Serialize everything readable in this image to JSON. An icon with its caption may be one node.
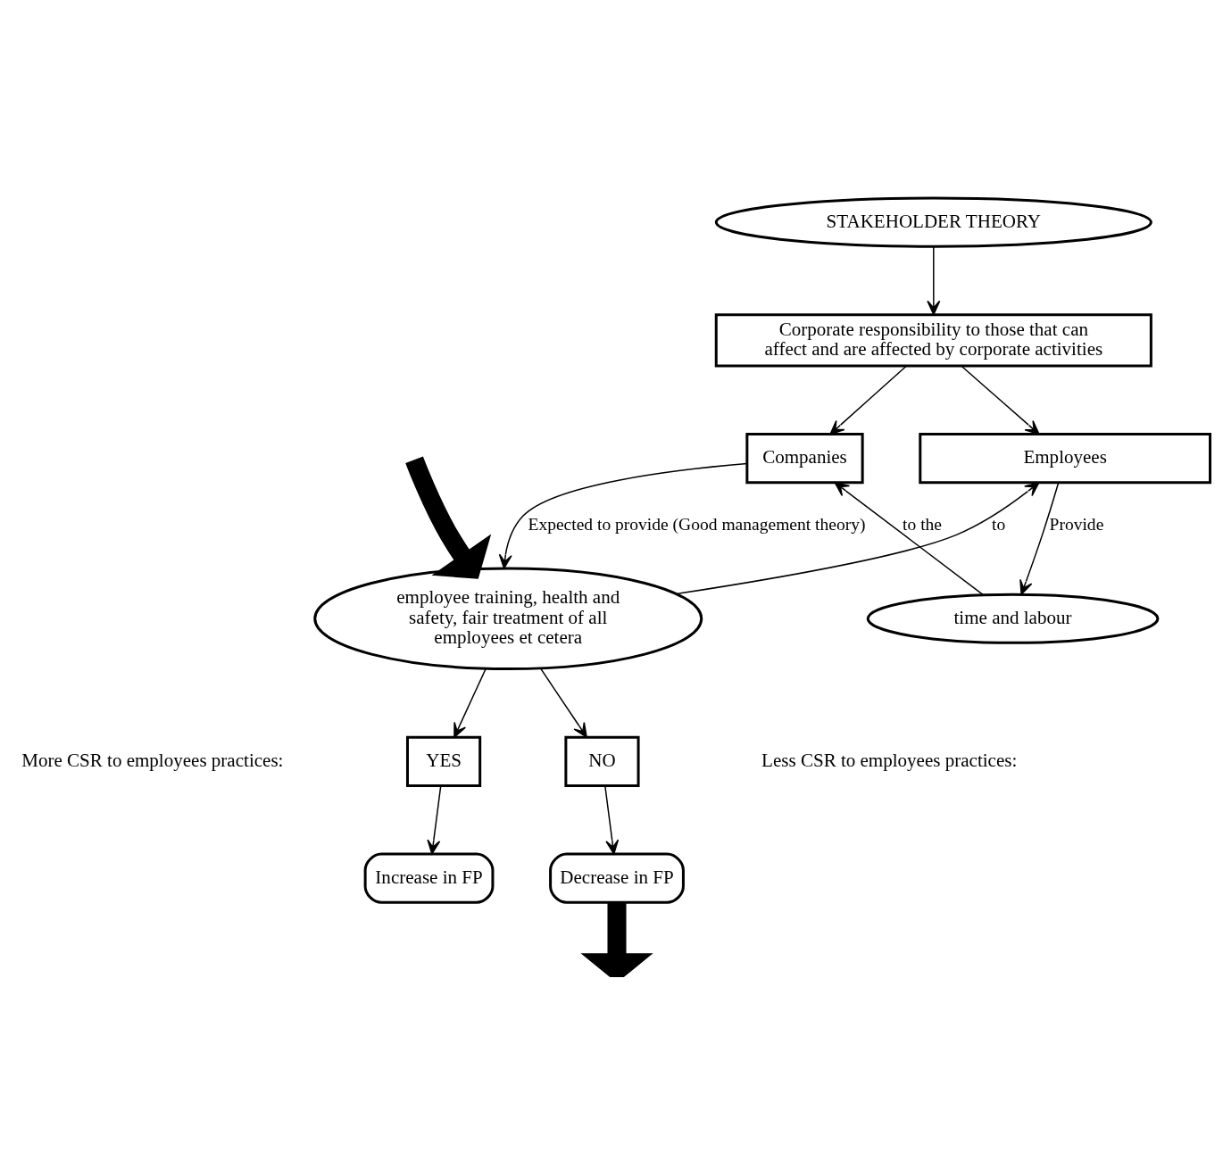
{
  "diagram": {
    "nodes": [
      {
        "text": [
          "STAKEHOLDER THEORY"
        ]
      },
      {
        "text": [
          "Corporate responsibility to those that can affect and are affected by corporate activities"
        ]
      },
      {
        "text": [
          "Employees"
        ]
      },
      {
        "text": [
          "Companies"
        ]
      },
      {
        "text": [
          "time and labour"
        ]
      },
      {
        "text": [
          "employee training, health and safety, fair treatment of all employees et cetera"
        ]
      },
      {
        "text": [
          "YES"
        ]
      },
      {
        "text": [
          "NO"
        ]
      },
      {
        "text": [
          "Increase in FP"
        ]
      },
      {
        "text": [
          "Decrease in FP"
        ]
      }
    ],
    "edges": [
      {
        "from": 0,
        "to": 1,
        "arrow": "to"
      },
      {
        "from": 1,
        "to": 2,
        "arrow": "to"
      },
      {
        "from": 1,
        "to": 3,
        "arrow": "to"
      },
      {
        "from": 2,
        "to": 4,
        "arrow": "to",
        "label": "Provide"
      },
      {
        "from": 4,
        "to": 3,
        "arrow": "to",
        "label": "to the"
      },
      {
        "from": 3,
        "to": 5,
        "arrow": "to",
        "label": "Expected to provide (Good management theory)"
      },
      {
        "from": 5,
        "to": 2,
        "arrow": "to",
        "label": "to"
      },
      {
        "from": 5,
        "to": 6,
        "arrow": "to"
      },
      {
        "from": 5,
        "to": 7,
        "arrow": "to"
      },
      {
        "from": 6,
        "to": 8,
        "arrow": "to"
      },
      {
        "from": 7,
        "to": 9,
        "arrow": "to"
      },
      {
        "from": null,
        "to": 5,
        "arrow": "to",
        "style": "thick"
      },
      {
        "from": 9,
        "to": null,
        "arrow": "to",
        "style": "thick"
      }
    ],
    "labels": [
      "More CSR to employees practices:",
      "Less CSR to employees practices:"
    ]
  }
}
